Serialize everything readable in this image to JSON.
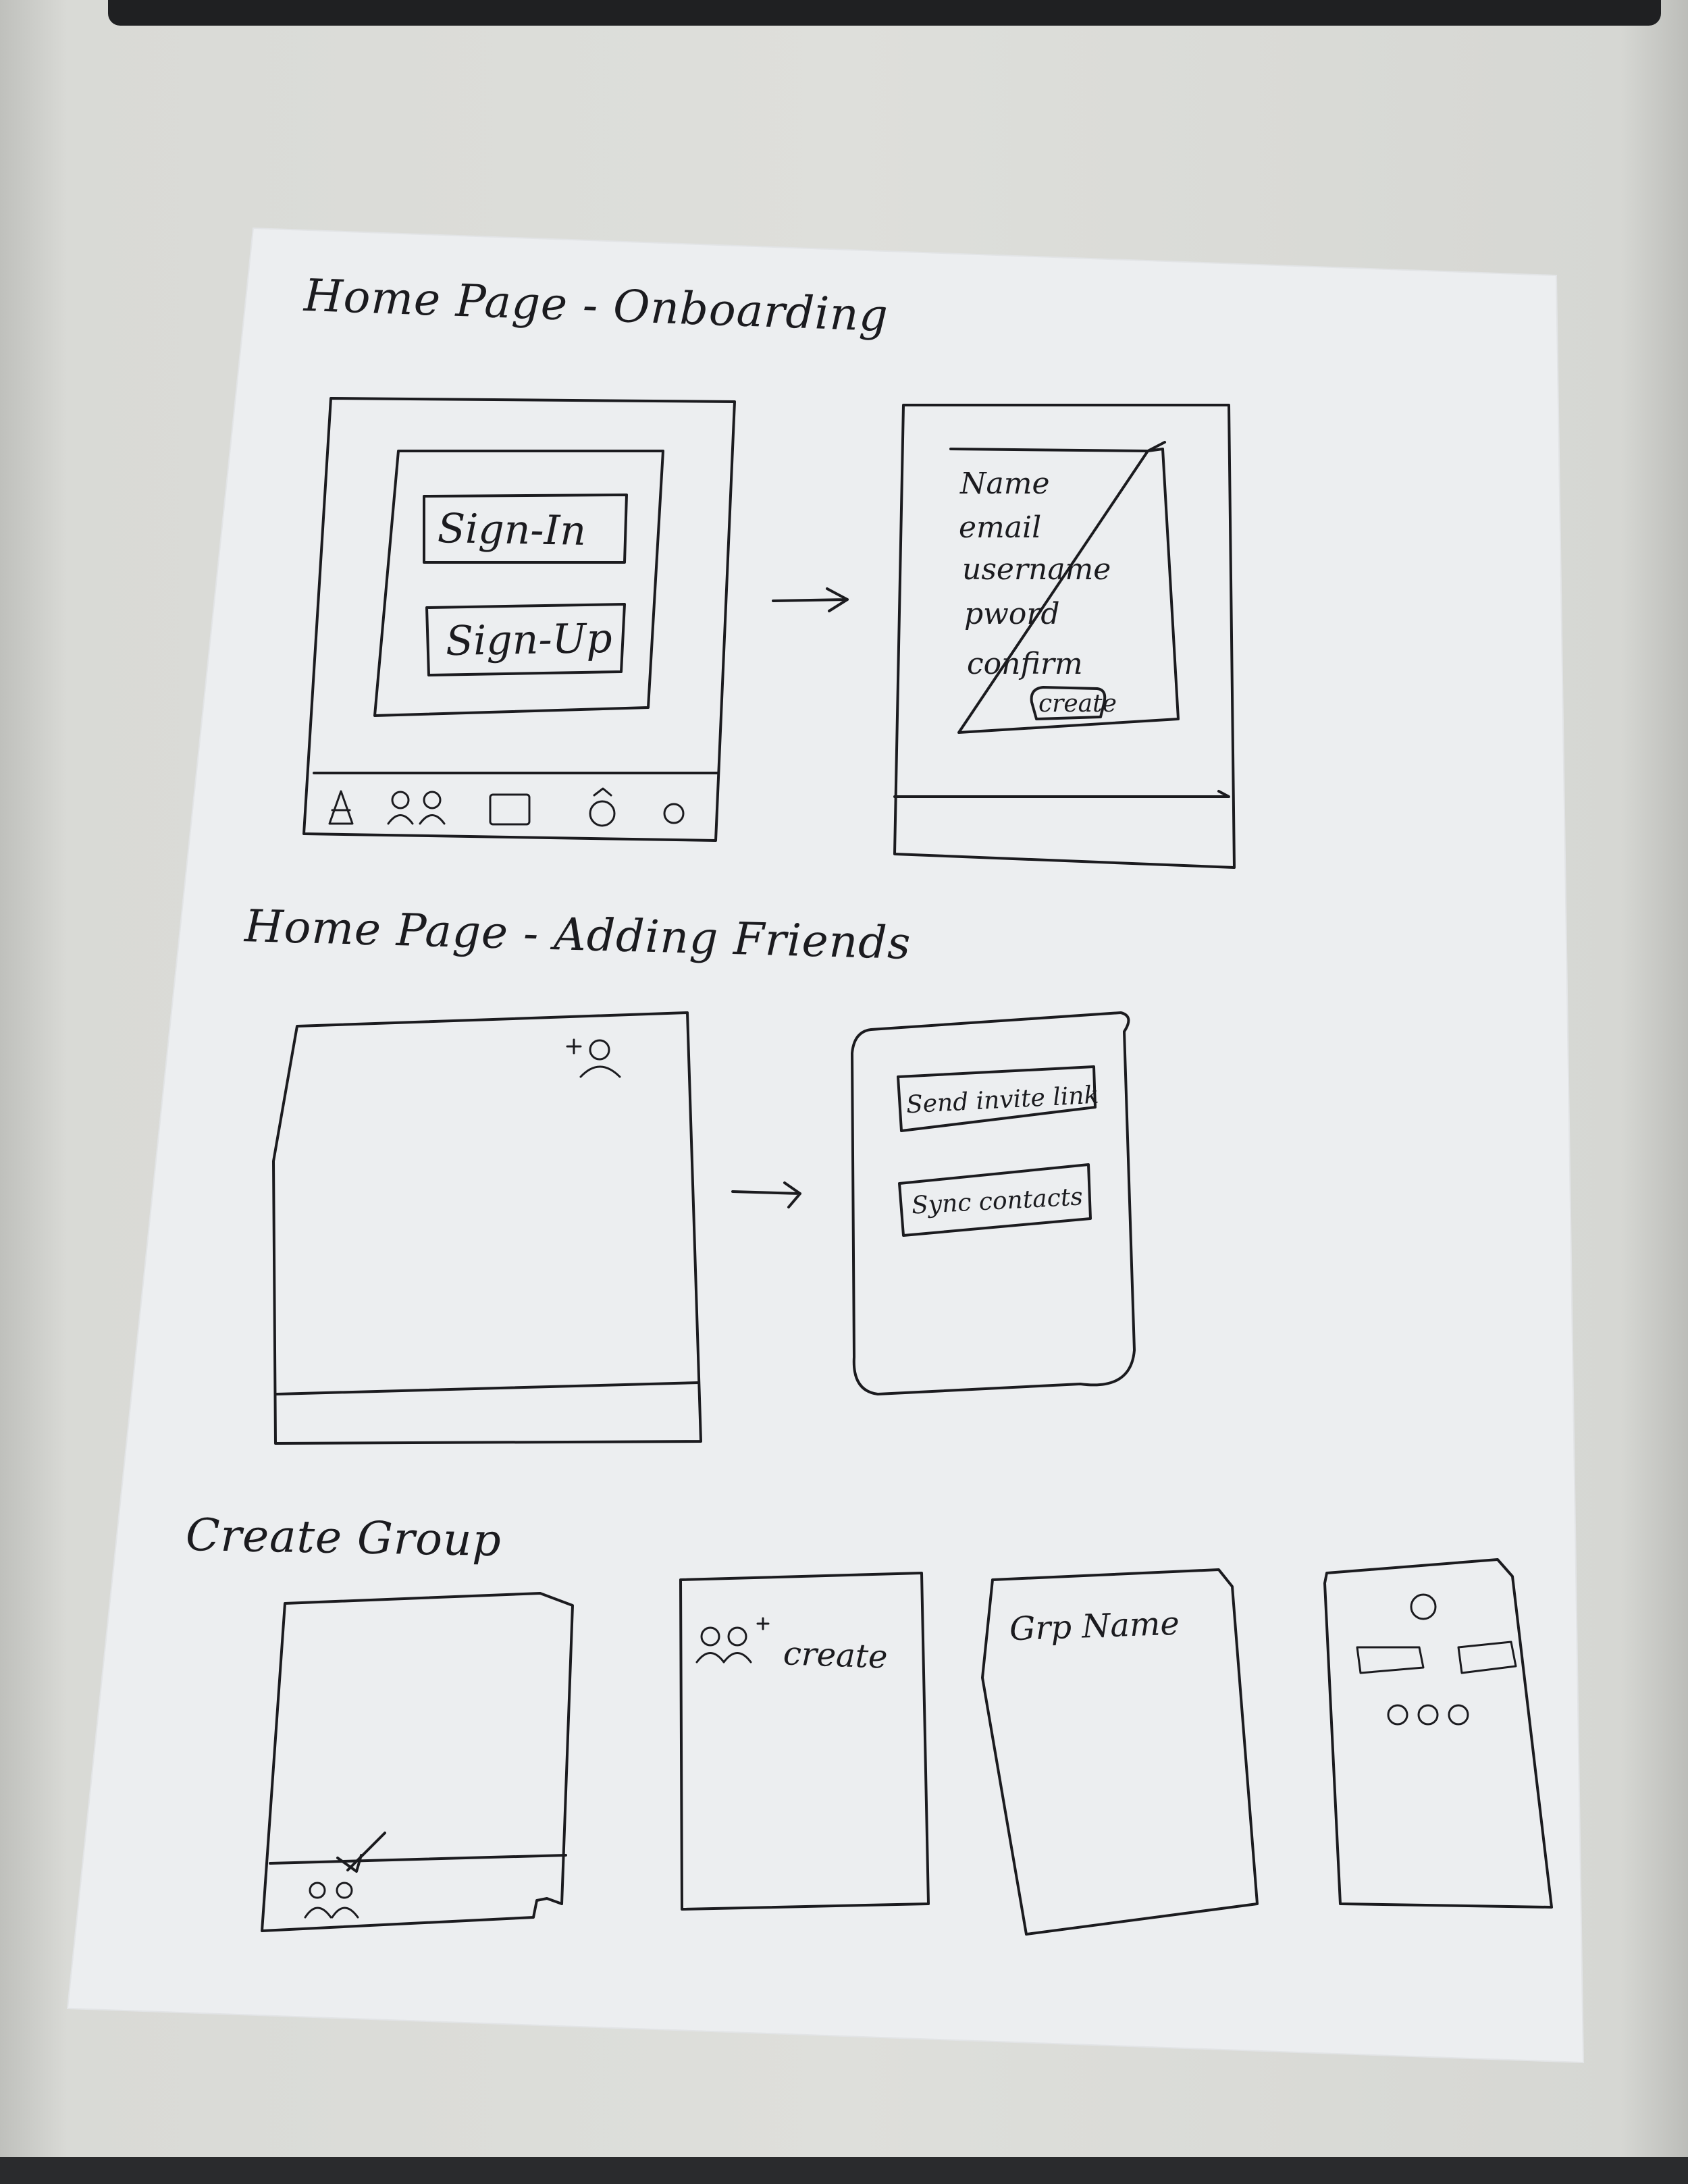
{
  "sections": {
    "onboarding": {
      "title": "Home Page - Onboarding",
      "signin_label": "Sign-In",
      "signup_label": "Sign-Up",
      "form_fields": [
        "Name",
        "email",
        "username",
        "pword",
        "confirm"
      ],
      "create_label": "create"
    },
    "adding_friends": {
      "title": "Home Page - Adding Friends",
      "invite_label": "Send invite link",
      "sync_label": "Sync contacts"
    },
    "create_group": {
      "title": "Create Group",
      "create_label": "create",
      "group_name_label": "Grp Name"
    }
  },
  "colors": {
    "paper": "#eef0f2",
    "ink": "#1b1b1f",
    "desk": "#d9dad6"
  }
}
